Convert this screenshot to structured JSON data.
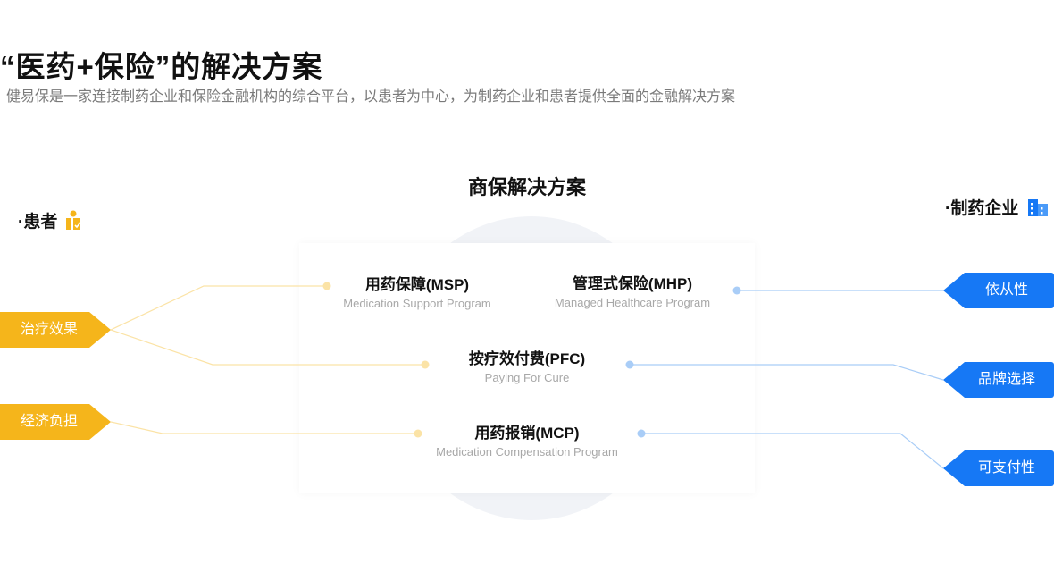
{
  "header": {
    "title": "“医药+保险”的解决方案",
    "subtitle": "健易保是一家连接制药企业和保险金融机构的综合平台，以患者为中心，为制药企业和患者提供全面的金融解决方案"
  },
  "diagram": {
    "title": "商保解决方案",
    "left_group": {
      "label": "·患者",
      "icon": "patient-icon",
      "tags": [
        "治疗效果",
        "经济负担"
      ]
    },
    "right_group": {
      "label": "·制药企业",
      "icon": "building-icon",
      "tags": [
        "依从性",
        "品牌选择",
        "可支付性"
      ]
    },
    "solutions": [
      {
        "name": "用药保障(MSP)",
        "en": "Medication Support Program"
      },
      {
        "name": "管理式保险(MHP)",
        "en": "Managed Healthcare Program"
      },
      {
        "name": "按疗效付费(PFC)",
        "en": "Paying For Cure"
      },
      {
        "name": "用药报销(MCP)",
        "en": "Medication Compensation Program"
      }
    ]
  },
  "colors": {
    "patient_accent": "#f5b51b",
    "enterprise_accent": "#1678f5",
    "patient_line": "#fbe3a6",
    "enterprise_line": "#a9cdf7"
  }
}
